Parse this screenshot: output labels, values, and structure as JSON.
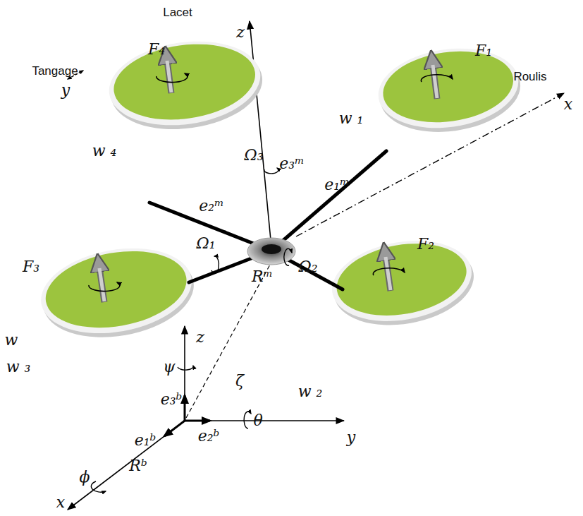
{
  "diagram": {
    "labels": [
      "Lacet",
      "z",
      "F₄",
      "F₁",
      "Roulis",
      "x",
      "Tangage",
      "y",
      "w ₄",
      "w ₁",
      "Ω₃",
      "e₃ᵐ",
      "e₁ᵐ",
      "e₂ᵐ",
      "F₃",
      "Ω₁",
      "Rᵐ",
      "Ω₂",
      "F₂",
      "w",
      "w ₃",
      "z",
      "ζ",
      "w ₂",
      "ψ",
      "e₃ᵇ",
      "e₂ᵇ",
      "θ",
      "y",
      "ϕ",
      "e₁ᵇ",
      "Rᵇ",
      "x"
    ]
  }
}
